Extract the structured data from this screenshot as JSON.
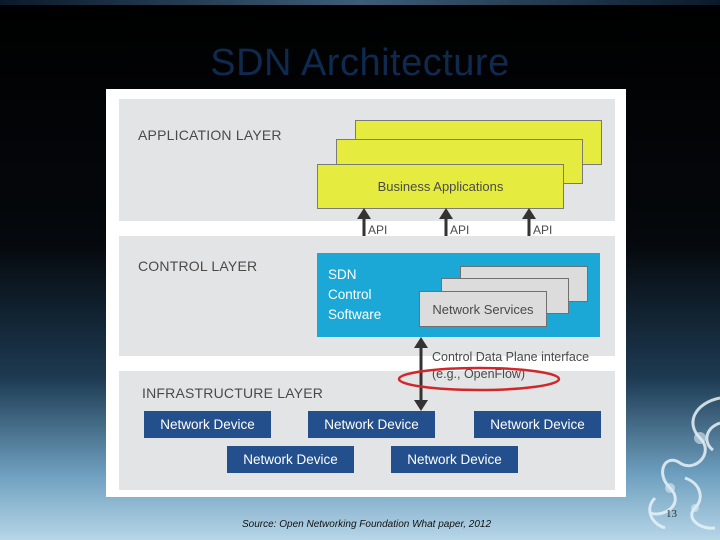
{
  "slide": {
    "title": "SDN Architecture",
    "source": "Source: Open Networking Foundation What paper, 2012",
    "page_number": "13"
  },
  "diagram": {
    "application_layer": {
      "label": "APPLICATION LAYER",
      "business_apps_label": "Business Applications",
      "api_labels": [
        "API",
        "API",
        "API"
      ]
    },
    "control_layer": {
      "label": "CONTROL LAYER",
      "sdn_label": "SDN\nControl\nSoftware",
      "network_services_label": "Network Services"
    },
    "interface": {
      "line1": "Control Data Plane interface",
      "line2": "(e.g., OpenFlow)"
    },
    "infrastructure_layer": {
      "label": "INFRASTRUCTURE LAYER",
      "devices": [
        "Network Device",
        "Network Device",
        "Network Device",
        "Network Device",
        "Network Device"
      ]
    }
  },
  "colors": {
    "app_yellow": "#e5ec3f",
    "sdn_blue": "#1ba8d6",
    "device_navy": "#234f8c",
    "highlight_red": "#d0282a",
    "layer_gray": "#e3e4e5"
  }
}
